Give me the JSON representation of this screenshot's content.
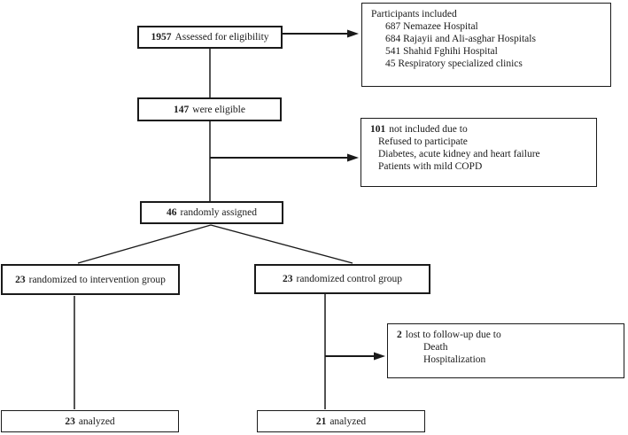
{
  "diagram": {
    "colors": {
      "border": "#1a1a1a",
      "text": "#1a1a1a",
      "background": "#ffffff"
    },
    "boxes": {
      "assessed": {
        "number": "1957",
        "label": "Assessed for eligibility"
      },
      "participants": {
        "title": "Participants included",
        "items": [
          "687 Nemazee Hospital",
          "684 Rajayii and Ali-asghar Hospitals",
          "541 Shahid Fghihi Hospital",
          "45 Respiratory specialized clinics"
        ]
      },
      "eligible": {
        "number": "147",
        "label": "were eligible"
      },
      "not_included": {
        "number": "101",
        "title": "not included due to",
        "items": [
          "Refused to participate",
          "Diabetes, acute kidney and heart failure",
          "Patients with mild COPD"
        ]
      },
      "assigned": {
        "number": "46",
        "label": "randomly assigned"
      },
      "intervention": {
        "number": "23",
        "label": "randomized to intervention group"
      },
      "control": {
        "number": "23",
        "label": "randomized control group"
      },
      "lost": {
        "number": "2",
        "title": "lost to follow-up due to",
        "items": [
          "Death",
          "Hospitalization"
        ]
      },
      "analyzed_intervention": {
        "number": "23",
        "label": "analyzed"
      },
      "analyzed_control": {
        "number": "21",
        "label": "analyzed"
      }
    }
  }
}
